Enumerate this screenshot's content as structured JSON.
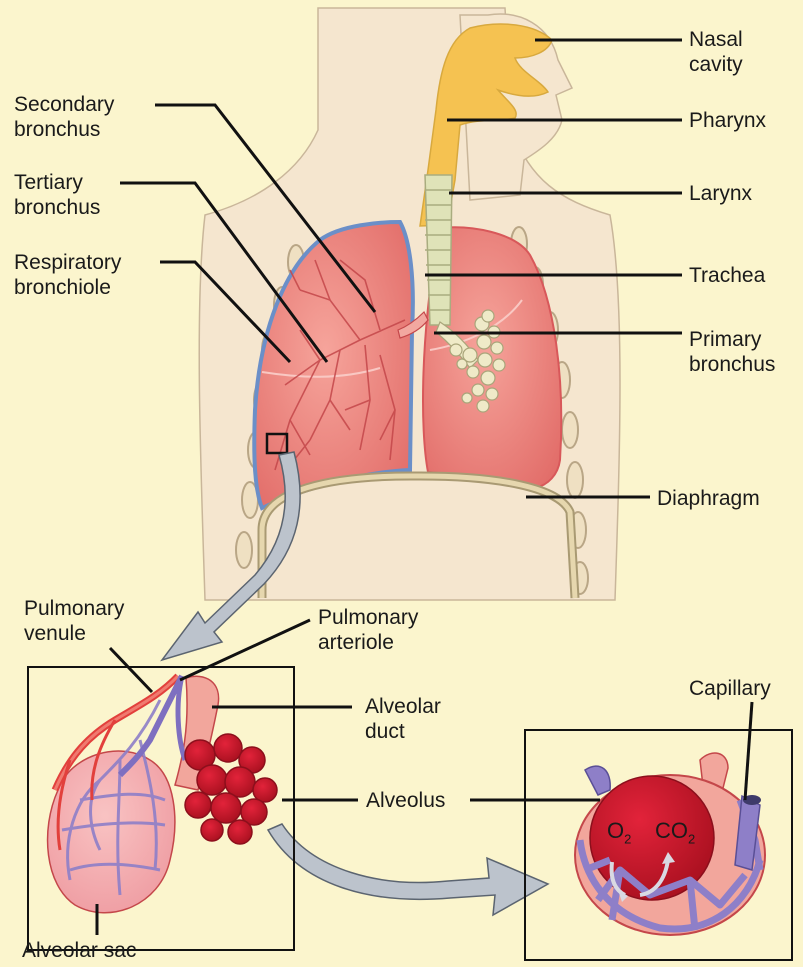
{
  "labels": {
    "nasal_cavity": [
      "Nasal",
      "cavity"
    ],
    "pharynx": [
      "Pharynx"
    ],
    "larynx": [
      "Larynx"
    ],
    "trachea": [
      "Trachea"
    ],
    "primary_bronchus": [
      "Primary",
      "bronchus"
    ],
    "diaphragm": [
      "Diaphragm"
    ],
    "secondary_bronchus": [
      "Secondary",
      "bronchus"
    ],
    "tertiary_bronchus": [
      "Tertiary",
      "bronchus"
    ],
    "respiratory_bronchiole": [
      "Respiratory",
      "bronchiole"
    ],
    "pulmonary_venule": [
      "Pulmonary",
      "venule"
    ],
    "pulmonary_arteriole": [
      "Pulmonary",
      "arteriole"
    ],
    "alveolar_duct": [
      "Alveolar",
      "duct"
    ],
    "alveolus": [
      "Alveolus"
    ],
    "capillary": [
      "Capillary"
    ],
    "alveolar_sac": [
      "Alveolar sac"
    ]
  },
  "gases": {
    "o2": {
      "base": "O",
      "sub": "2"
    },
    "co2": {
      "base": "CO",
      "sub": "2"
    }
  },
  "colors": {
    "background": "#fbf5cd",
    "body": "#f5e6cf",
    "lung": "#ea7c76",
    "lung_light": "#f2a8a0",
    "airway": "#f5c251",
    "trachea": "#dfe3b8",
    "vein_red": "#e2403c",
    "capillary_purple": "#8e7fc8",
    "alveolus_dark": "#c8182c",
    "arrow_gray": "#bcc3cc",
    "leader": "#111111"
  }
}
